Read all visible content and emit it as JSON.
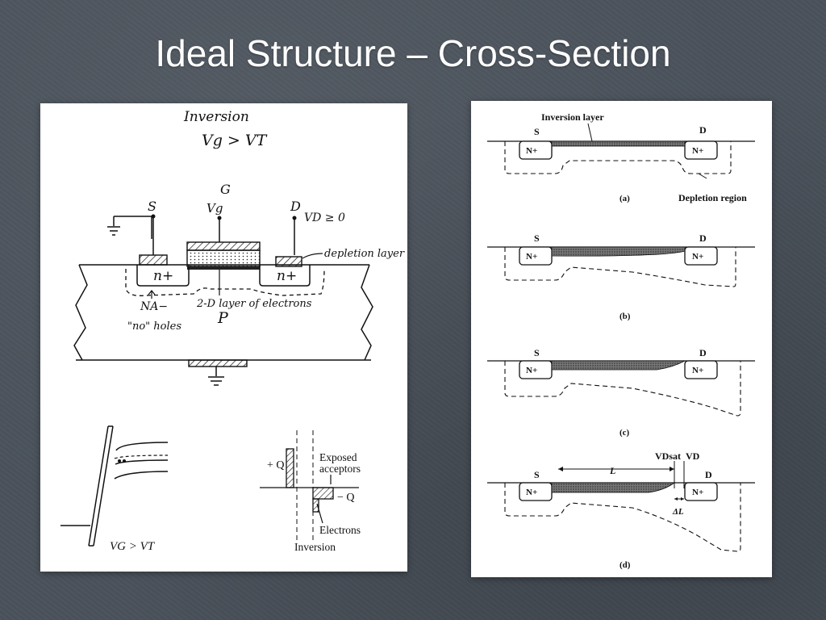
{
  "slide": {
    "title": "Ideal Structure – Cross-Section"
  },
  "left_sketch": {
    "heading": "Inversion",
    "condition": "Vg > VT",
    "terminals": {
      "source": "S",
      "gate": "G",
      "gate_voltage": "Vg",
      "drain": "D",
      "drain_voltage": "VD ≥ 0"
    },
    "labels": {
      "depletion": "depletion layer",
      "n_plus": "n+",
      "two_d_layer": "2-D layer of electrons",
      "body": "P",
      "acceptors": "NA−",
      "no_holes": "\"no\" holes"
    }
  },
  "band_diagram": {
    "label": "VG > VT"
  },
  "charge_diagram": {
    "plus_q": "+ Q",
    "minus_q": "− Q",
    "exposed_acceptors": [
      "Exposed",
      "acceptors"
    ],
    "electrons": "Electrons",
    "caption": "Inversion"
  },
  "right_figure": {
    "panels": [
      {
        "caption": "(a)",
        "source": "S",
        "drain": "D",
        "n_left": "N+",
        "n_right": "N+",
        "inversion_label": "Inversion layer",
        "depletion_label": "Depletion region"
      },
      {
        "caption": "(b)",
        "source": "S",
        "drain": "D",
        "n_left": "N+",
        "n_right": "N+"
      },
      {
        "caption": "(c)",
        "source": "S",
        "drain": "D",
        "n_left": "N+",
        "n_right": "N+"
      },
      {
        "caption": "(d)",
        "source": "S",
        "drain": "D",
        "n_left": "N+",
        "n_right": "N+",
        "vdsat": "VDsat",
        "vd": "VD",
        "length": "L",
        "delta_l": "ΔL"
      }
    ]
  }
}
